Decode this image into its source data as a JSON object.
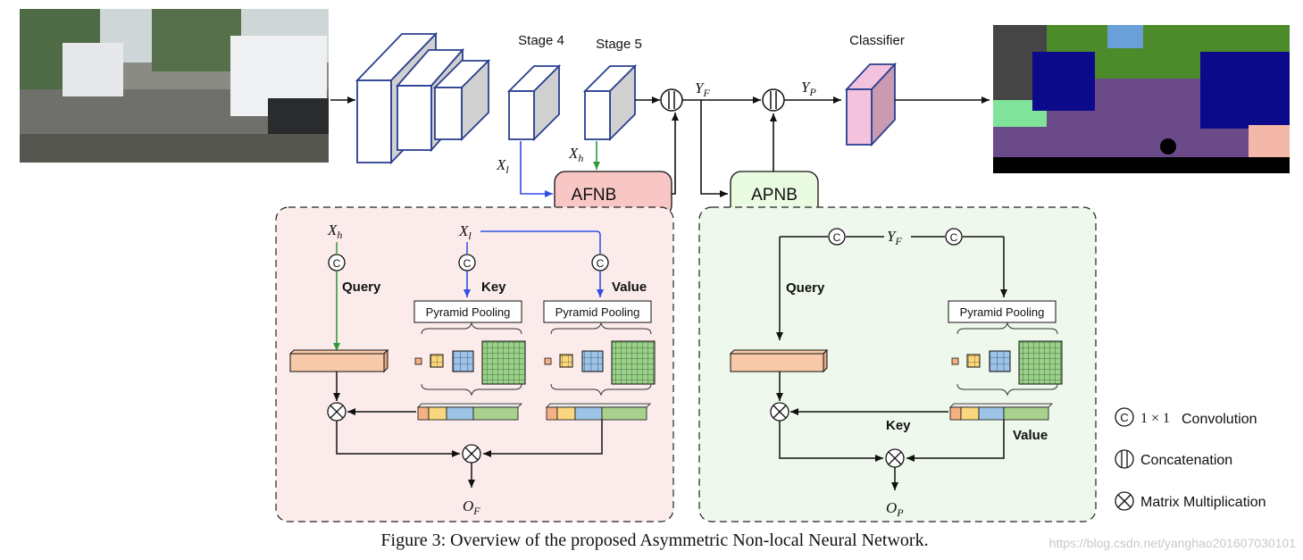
{
  "stages": {
    "stage4": "Stage 4",
    "stage5": "Stage 5",
    "classifier": "Classifier"
  },
  "vars": {
    "yf": "Y",
    "yf_sub": "F",
    "yp": "Y",
    "yp_sub": "P",
    "xl": "X",
    "xl_sub": "l",
    "xh": "X",
    "xh_sub": "h",
    "of": "O",
    "of_sub": "F",
    "op": "O",
    "op_sub": "P"
  },
  "blocks": {
    "afnb": "AFNB",
    "apnb": "APNB"
  },
  "afnb_panel": {
    "query": "Query",
    "key": "Key",
    "value": "Value",
    "pp_left": "Pyramid Pooling",
    "pp_right": "Pyramid Pooling"
  },
  "apnb_panel": {
    "query": "Query",
    "key": "Key",
    "value": "Value",
    "pp": "Pyramid Pooling"
  },
  "legend": {
    "conv_math": "1 × 1",
    "conv": "Convolution",
    "concat": "Concatenation",
    "matmul": "Matrix Multiplication"
  },
  "caption": "Figure 3: Overview of the proposed Asymmetric Non-local Neural Network.",
  "watermark": "https://blog.csdn.net/yanghao201607030101",
  "colors": {
    "afnb_fill": "#f9c6c6",
    "afnb_panel": "#fbeceb",
    "apnb_fill": "#e9fbe0",
    "apnb_panel": "#eff8ec",
    "query_bar": "#f7c9a9",
    "classifier": "#f3c3de",
    "green_arrow": "#2e9a3c",
    "blue_arrow": "#2f4fe6",
    "grid_green": "#9bd08b",
    "grid_blue": "#9dc3e6",
    "grid_yellow": "#f9d77e",
    "grid_orange": "#f4b183"
  }
}
